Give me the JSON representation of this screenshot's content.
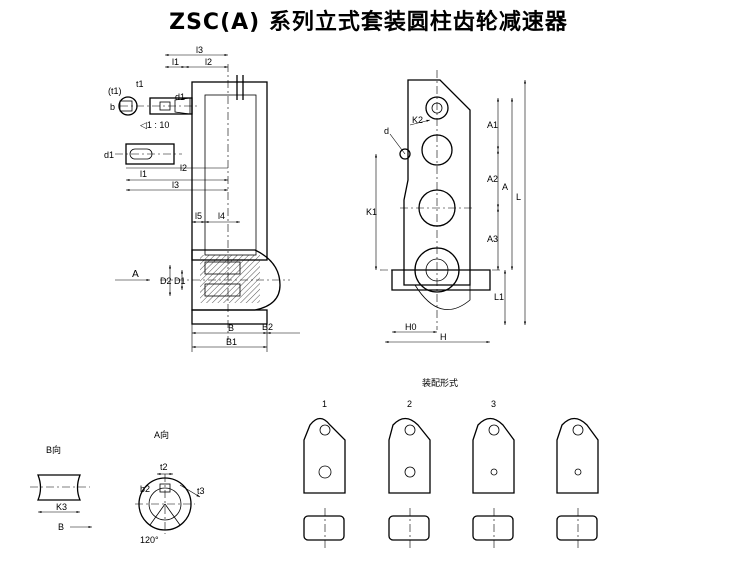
{
  "title": "ZSC(A) 系列立式套装圆柱齿轮减速器",
  "labels": {
    "l3_top": "l3",
    "l1_top": "l1",
    "l2_top": "l2",
    "t1": "t1",
    "t1_paren": "(t1)",
    "b": "b",
    "d1_top": "d1",
    "taper": "◁1 : 10",
    "d1_mid": "d1",
    "l1_mid": "l1",
    "l2_mid": "l2",
    "l3_mid": "l3",
    "l5": "l5",
    "l4": "l4",
    "A_arrow": "A",
    "D2": "D2",
    "D1": "D1",
    "B": "B",
    "B2": "B2",
    "B1": "B1",
    "K2": "K2",
    "d_right": "d",
    "A1": "A1",
    "A2": "A2",
    "A3": "A3",
    "A": "A",
    "L": "L",
    "K1": "K1",
    "L1": "L1",
    "H0": "H0",
    "H": "H"
  },
  "bottom": {
    "b_view_title": "B向",
    "a_view_title": "A向",
    "k3": "K3",
    "b_arrow": "B",
    "t2": "t2",
    "b2": "b2",
    "t3": "t3",
    "angle": "120°",
    "assembly_title": "装配形式",
    "form1": "1",
    "form2": "2",
    "form3": "3"
  }
}
